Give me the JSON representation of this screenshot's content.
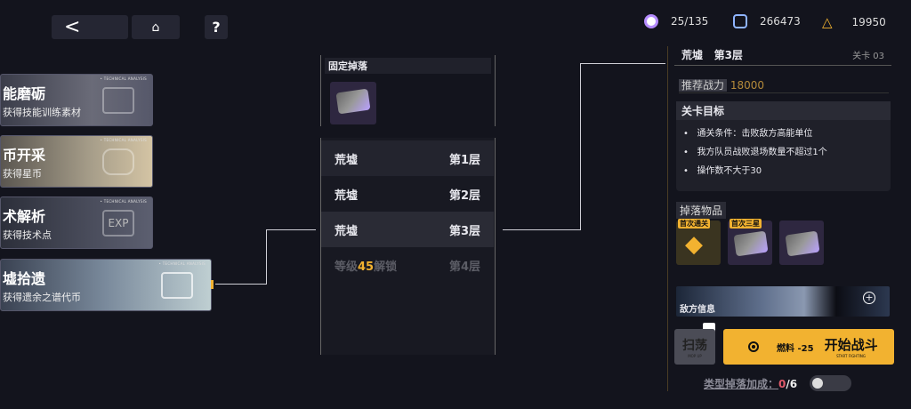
{
  "nav": {
    "back": "back",
    "home": "home",
    "help": "help"
  },
  "resources": [
    {
      "icon": "stamina-icon",
      "value": "25/135",
      "color": "#b58cff"
    },
    {
      "icon": "star-coin-icon",
      "value": "266473",
      "color": "#8fb4ff"
    },
    {
      "icon": "triangle-token-icon",
      "value": "19950",
      "color": "#f2b230"
    }
  ],
  "cards": [
    {
      "title": "能磨砺",
      "subtitle": "获得技能训练素材",
      "tag": "• TECHNICAL ANALYSIS"
    },
    {
      "title": "币开采",
      "subtitle": "获得星币",
      "tag": "• TECHNICAL ANALYSIS"
    },
    {
      "title": "术解析",
      "subtitle": "获得技术点",
      "tag": "• TECHNICAL ANALYSIS",
      "icon_text": "EXP"
    },
    {
      "title": "墟拾遗",
      "subtitle": "获得遗余之谱代币",
      "tag": "• TECHNICAL ANALYSIS"
    }
  ],
  "fixed_drop": {
    "title": "固定掉落"
  },
  "floors": [
    {
      "name": "荒墟",
      "floor": "第1层"
    },
    {
      "name": "荒墟",
      "floor": "第2层"
    },
    {
      "name": "荒墟",
      "floor": "第3层"
    },
    {
      "lock_prefix": "等级",
      "lock_level": "45",
      "lock_suffix": "解锁",
      "floor": "第4层"
    }
  ],
  "detail": {
    "name": "荒墟",
    "floor": "第3层",
    "stage_label": "关卡 03",
    "power_label": "推荐战力",
    "power_value": "18000",
    "goals_title": "关卡目标",
    "goals": [
      "通关条件：击败敌方高能单位",
      "我方队员战败退场数量不超过1个",
      "操作数不大于30"
    ],
    "drops_title": "掉落物品",
    "drops": [
      {
        "badge": "首次通关"
      },
      {
        "badge": "首次三星"
      },
      {
        "badge": ""
      }
    ],
    "enemy_info": "敌方信息",
    "sweep": "扫荡",
    "sweep_sub": "MOP UP",
    "fuel": "燃料 -25",
    "start": "开始战斗",
    "start_sub": "START FIGHTING",
    "bonus_label": "类型掉落加成：",
    "bonus_current": "0",
    "bonus_total": "/6"
  },
  "colors": {
    "accent": "#f2b230",
    "bg": "#13141d"
  }
}
